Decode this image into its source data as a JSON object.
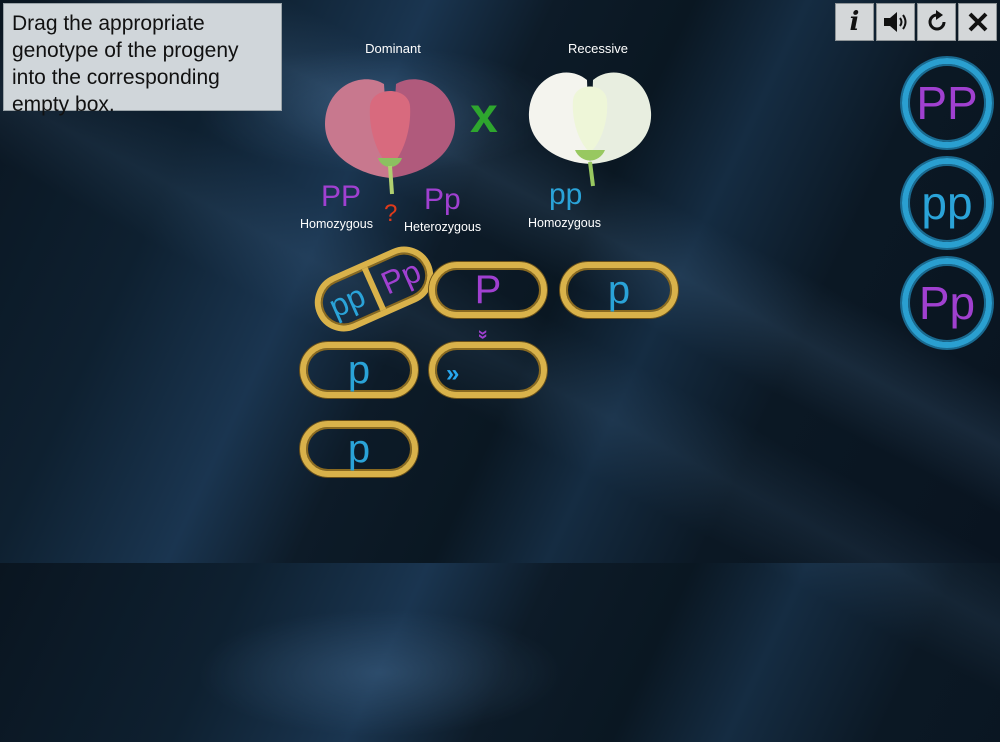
{
  "instruction": "Drag the appropriate genotype of the progeny into the corresponding empty box.",
  "toolbar": {
    "info": "i",
    "sound": "🔊",
    "reset": "↻",
    "close": "✕"
  },
  "parents": {
    "dominant": {
      "label": "Dominant"
    },
    "recessive": {
      "label": "Recessive"
    },
    "cross_symbol": "x"
  },
  "genotypes": {
    "dominant_homo": {
      "text": "PP",
      "label": "Homozygous"
    },
    "dominant_hetero": {
      "text": "Pp",
      "label": "Heterozygous"
    },
    "recessive_homo": {
      "text": "pp",
      "label": "Homozygous"
    },
    "question": "?"
  },
  "tree": {
    "split_left": "pp",
    "split_right": "Pp",
    "box_p_upper": "P",
    "box_p_lower": "p",
    "box_row2_left": "p",
    "box_row2_right": "",
    "box_row3_left": "p"
  },
  "arrows": {
    "right": "»",
    "down": "»"
  },
  "choices": [
    {
      "text": "PP"
    },
    {
      "text": "pp"
    },
    {
      "text": "Pp"
    }
  ],
  "colors": {
    "dominant": "#a040d0",
    "recessive": "#2aa3d8",
    "capsule": "#d9b24a",
    "circle": "#2a9fd0"
  }
}
